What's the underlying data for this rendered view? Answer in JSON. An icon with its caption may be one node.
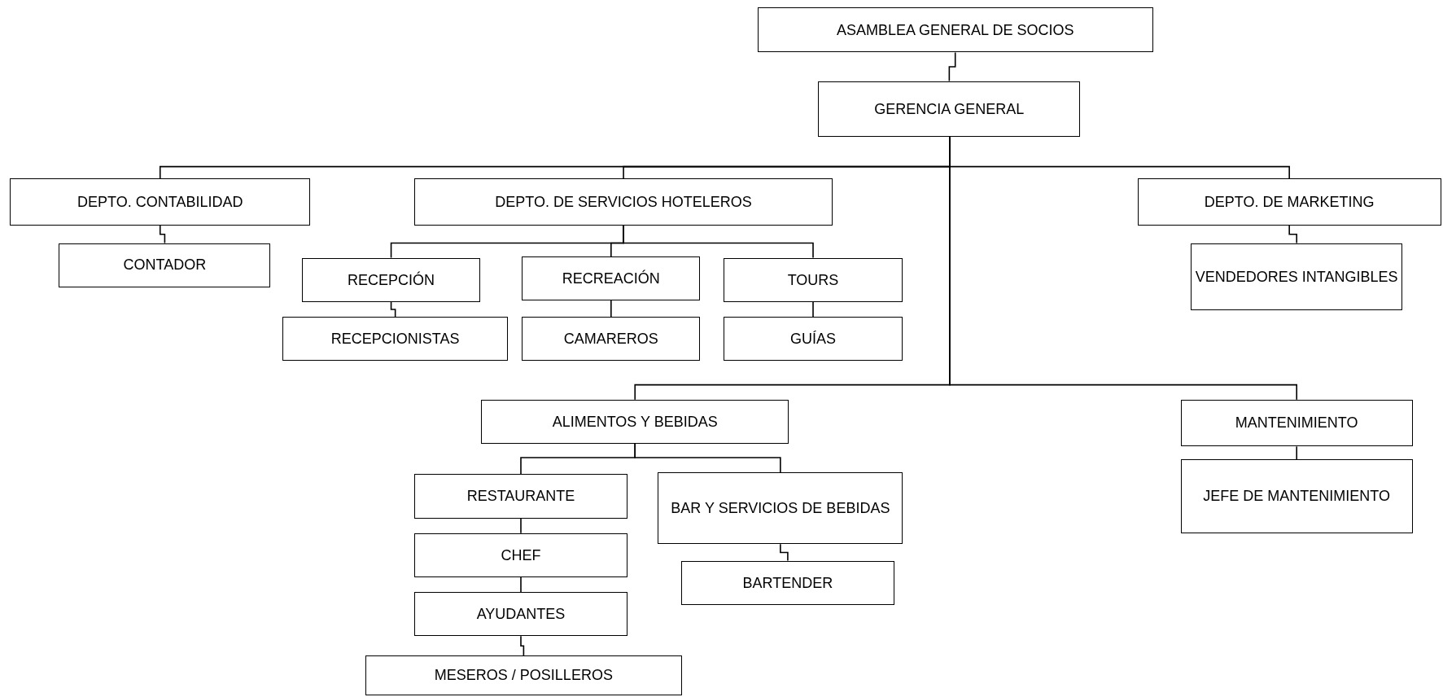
{
  "diagram": {
    "nodes": [
      {
        "text": [
          "ASAMBLEA GENERAL DE SOCIOS"
        ]
      },
      {
        "text": [
          "GERENCIA GENERAL"
        ]
      },
      {
        "text": [
          "DEPTO. CONTABILIDAD"
        ]
      },
      {
        "text": [
          "CONTADOR"
        ]
      },
      {
        "text": [
          "DEPTO. DE SERVICIOS HOTELEROS"
        ]
      },
      {
        "text": [
          "RECEPCIÓN"
        ]
      },
      {
        "text": [
          "RECREACIÓN"
        ]
      },
      {
        "text": [
          "TOURS"
        ]
      },
      {
        "text": [
          "RECEPCIONISTAS"
        ]
      },
      {
        "text": [
          "CAMAREROS"
        ]
      },
      {
        "text": [
          "GUÍAS"
        ]
      },
      {
        "text": [
          "DEPTO. DE MARKETING"
        ]
      },
      {
        "text": [
          "VENDEDORES INTANGIBLES"
        ]
      },
      {
        "text": [
          "ALIMENTOS Y BEBIDAS"
        ]
      },
      {
        "text": [
          "MANTENIMIENTO"
        ]
      },
      {
        "text": [
          "JEFE DE MANTENIMIENTO"
        ]
      },
      {
        "text": [
          "RESTAURANTE"
        ]
      },
      {
        "text": [
          "BAR Y SERVICIOS DE BEBIDAS"
        ]
      },
      {
        "text": [
          "CHEF"
        ]
      },
      {
        "text": [
          "BARTENDER"
        ]
      },
      {
        "text": [
          "AYUDANTES"
        ]
      },
      {
        "text": [
          "MESEROS / POSILLEROS"
        ]
      }
    ],
    "edges": [
      {
        "from": 0,
        "to": 1,
        "arrow": "none"
      },
      {
        "from": 1,
        "to": 2,
        "arrow": "none"
      },
      {
        "from": 1,
        "to": 4,
        "arrow": "none"
      },
      {
        "from": 1,
        "to": 11,
        "arrow": "none"
      },
      {
        "from": 2,
        "to": 3,
        "arrow": "none"
      },
      {
        "from": 4,
        "to": 5,
        "arrow": "none"
      },
      {
        "from": 4,
        "to": 6,
        "arrow": "none"
      },
      {
        "from": 4,
        "to": 7,
        "arrow": "none"
      },
      {
        "from": 5,
        "to": 8,
        "arrow": "none"
      },
      {
        "from": 6,
        "to": 9,
        "arrow": "none"
      },
      {
        "from": 7,
        "to": 10,
        "arrow": "none"
      },
      {
        "from": 11,
        "to": 12,
        "arrow": "none"
      },
      {
        "from": 1,
        "to": 13,
        "arrow": "none"
      },
      {
        "from": 1,
        "to": 14,
        "arrow": "none"
      },
      {
        "from": 13,
        "to": 16,
        "arrow": "none"
      },
      {
        "from": 13,
        "to": 17,
        "arrow": "none"
      },
      {
        "from": 16,
        "to": 18,
        "arrow": "none"
      },
      {
        "from": 18,
        "to": 20,
        "arrow": "none"
      },
      {
        "from": 20,
        "to": 21,
        "arrow": "none"
      },
      {
        "from": 17,
        "to": 19,
        "arrow": "none"
      },
      {
        "from": 14,
        "to": 15,
        "arrow": "none"
      }
    ]
  }
}
